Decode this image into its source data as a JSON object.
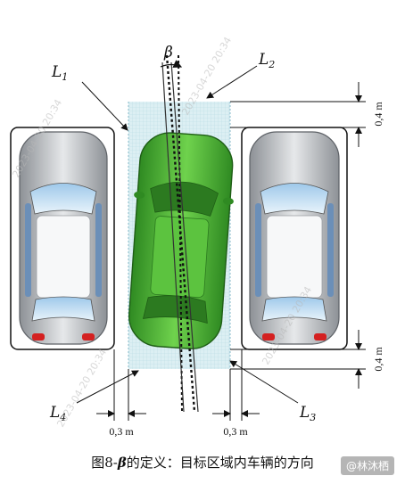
{
  "labels": {
    "L1": "L",
    "L1_sub": "1",
    "L2": "L",
    "L2_sub": "2",
    "L3": "L",
    "L3_sub": "3",
    "L4": "L",
    "L4_sub": "4",
    "beta": "β"
  },
  "dimensions": {
    "top_gap": "0,4 m",
    "bottom_gap": "0,4 m",
    "left_gap": "0,3 m",
    "right_gap": "0,3 m"
  },
  "caption": {
    "prefix": "图8-",
    "symbol": "β",
    "text": "的定义：目标区域内车辆的方向"
  },
  "credit": "@林沐栖",
  "watermark": "2023-04-20 20:34",
  "colors": {
    "target_car": "#4fb83a",
    "parked_car_body": "#bfc3c8",
    "target_area": "#cfe8ee",
    "tail_light": "#d42020"
  }
}
